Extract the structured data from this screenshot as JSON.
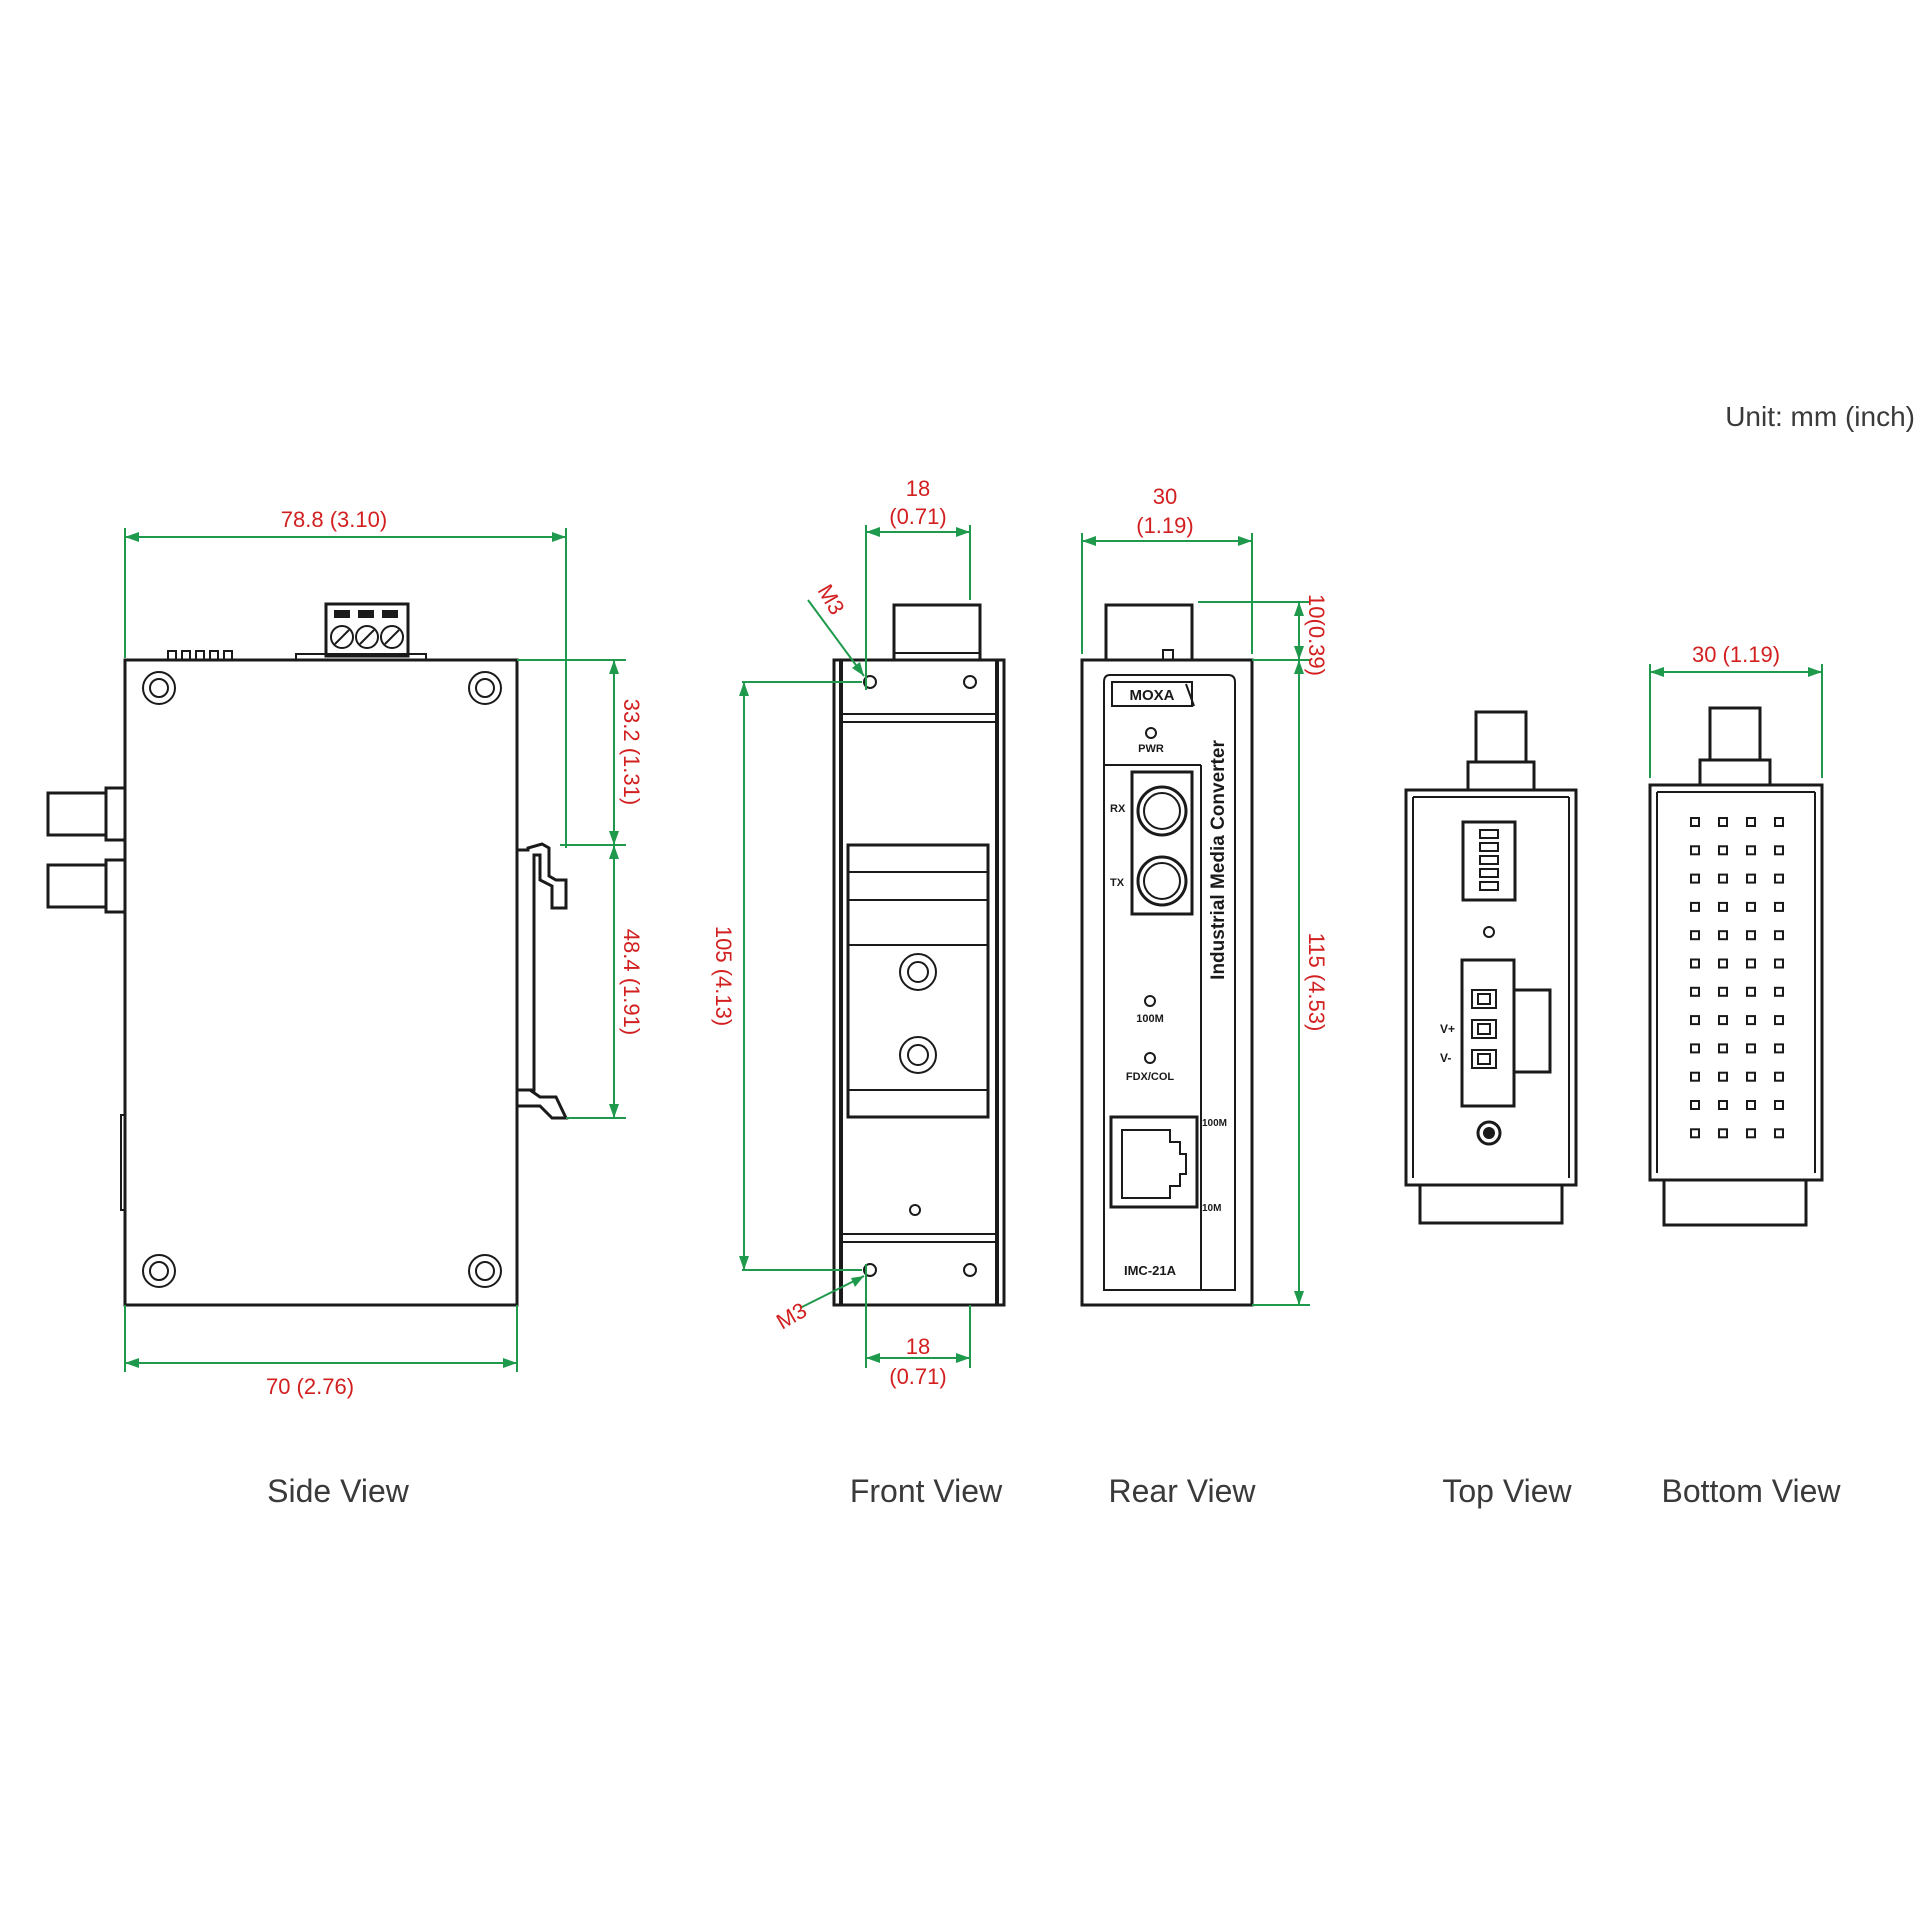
{
  "unit_label": "Unit: mm (inch)",
  "views": {
    "side": "Side View",
    "front": "Front View",
    "rear": "Rear View",
    "top": "Top View",
    "bottom": "Bottom View"
  },
  "dimensions": {
    "side_top_width": "78.8 (3.10)",
    "side_bottom_width": "70 (2.76)",
    "side_upper_height": "33.2 (1.31)",
    "side_lower_height": "48.4 (1.91)",
    "front_top_value": "18",
    "front_top_inch": "(0.71)",
    "front_bottom_value": "18",
    "front_bottom_inch": "(0.71)",
    "front_height": "105 (4.13)",
    "front_top_hole": "M3",
    "front_bottom_hole": "M3",
    "rear_width_value": "30",
    "rear_width_inch": "(1.19)",
    "rear_top_offset": "10(0.39)",
    "rear_height": "115 (4.53)",
    "bottom_width": "30 (1.19)"
  },
  "rear_panel": {
    "brand": "MOXA",
    "product_line": "Industrial Media Converter",
    "model": "IMC-21A",
    "led_pwr": "PWR",
    "port_rx": "RX",
    "port_tx": "TX",
    "led_100m": "100M",
    "led_fdx": "FDX/COL",
    "rj45_100m": "100M",
    "rj45_10m": "10M"
  },
  "top_panel": {
    "v_plus": "V+",
    "v_minus": "V-"
  },
  "colors": {
    "dimension_line": "#1f9a4c",
    "dimension_text": "#d21f1f",
    "outline": "#1a1a1a",
    "caption": "#3a3a3a"
  }
}
